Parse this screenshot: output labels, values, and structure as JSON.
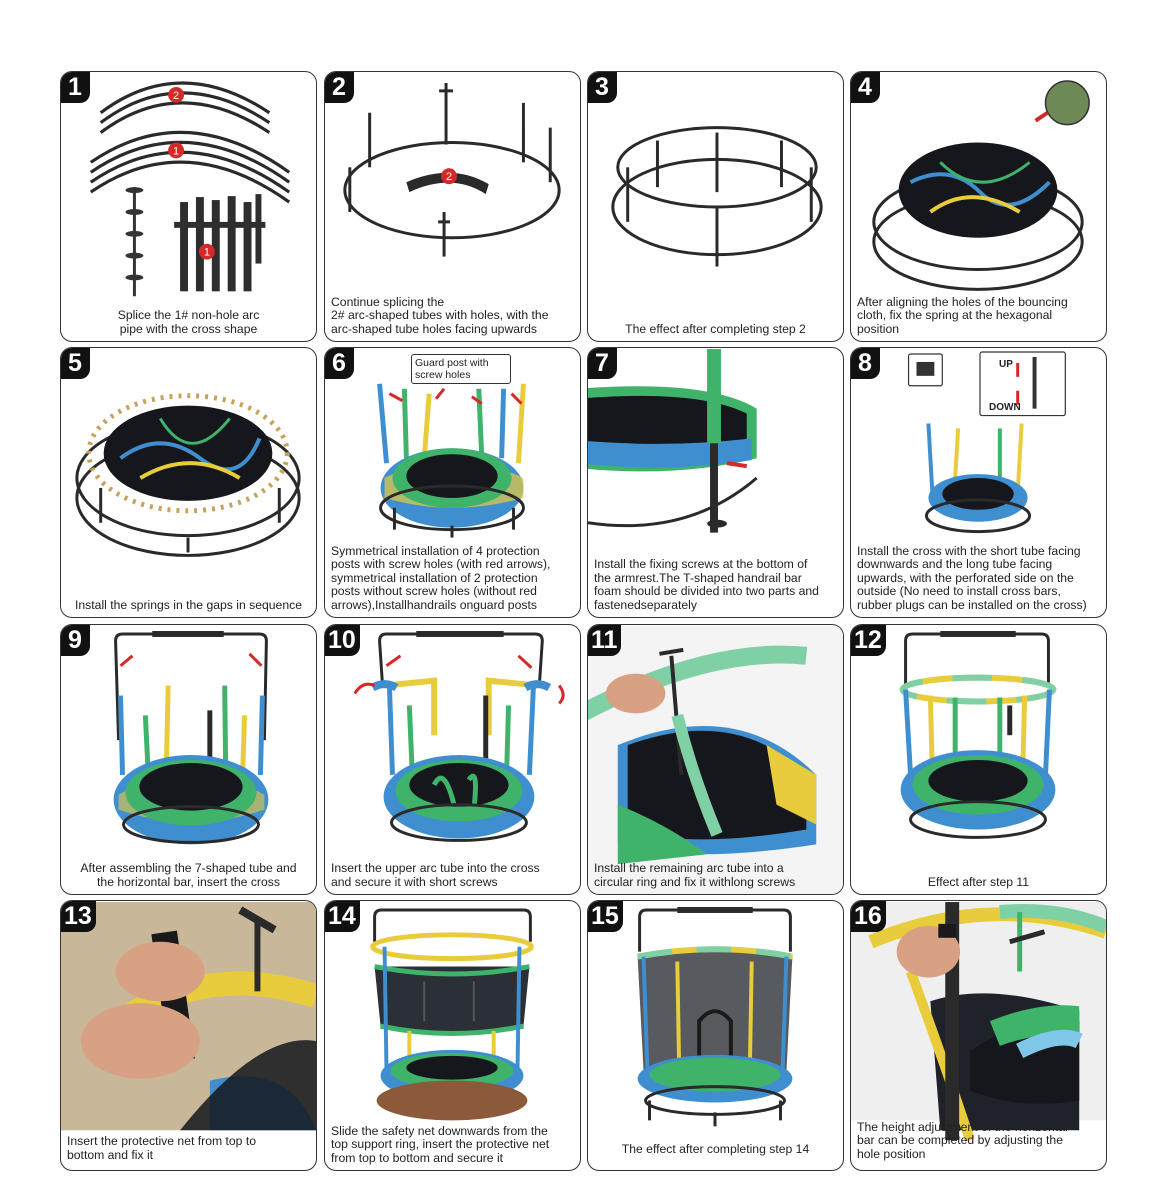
{
  "colors": {
    "blue": "#3f8fd0",
    "yellow": "#e9cc3c",
    "green": "#3fb36a",
    "mat": "#15171c",
    "frame": "#2a2a2a",
    "red": "#d62828",
    "skin": "#d9a183",
    "floor_photo": "#c9b79a"
  },
  "steps": [
    {
      "num": "1",
      "caption": "Splice the 1# non-hole arc\npipe with the cross shape",
      "labels": [
        "2",
        "1",
        "1"
      ]
    },
    {
      "num": "2",
      "caption": "Continue splicing the\n2# arc-shaped tubes with holes, with the\narc-shaped tube holes facing upwards",
      "labels": [
        "2"
      ]
    },
    {
      "num": "3",
      "caption": "The effect after completing step 2"
    },
    {
      "num": "4",
      "caption": "After aligning the holes of the bouncing\ncloth, fix the spring at the hexagonal\nposition"
    },
    {
      "num": "5",
      "caption": "Install the springs in the gaps in sequence"
    },
    {
      "num": "6",
      "caption": "Symmetrical installation of 4 protection\nposts with screw holes (with red arrows),\nsymmetrical installation of 2 protection\nposts  without screw holes (without red\narrows),Installhandrails onguard posts",
      "callout": "Guard post with\nscrew holes"
    },
    {
      "num": "7",
      "caption": "Install the fixing screws at the bottom of\nthe armrest.The T-shaped handrail bar\nfoam should be divided into two parts and\nfastenedseparately"
    },
    {
      "num": "8",
      "caption": "Install the cross with the short tube facing\ndownwards and the long tube facing\nupwards, with the perforated side on the\noutside (No need to install cross bars,\nrubber plugs can be installed on the cross)",
      "up": "UP",
      "down": "DOWN"
    },
    {
      "num": "9",
      "caption": "After assembling the 7-shaped tube and\nthe horizontal bar, insert the cross"
    },
    {
      "num": "10",
      "caption": "Insert the upper arc tube into the cross\nand secure it with short screws"
    },
    {
      "num": "11",
      "caption": "Install the remaining arc tube into a\ncircular ring and fix it withlong screws"
    },
    {
      "num": "12",
      "caption": "Effect after step 11"
    },
    {
      "num": "13",
      "caption": "Insert the protective net from top to\nbottom and fix it"
    },
    {
      "num": "14",
      "caption": "Slide the safety net downwards from the\ntop support ring, insert the protective net\nfrom top to bottom and secure it"
    },
    {
      "num": "15",
      "caption": "The effect after completing step 14"
    },
    {
      "num": "16",
      "caption": "The height adjustment of the horizontal\nbar can be completed by adjusting the\nhole position"
    }
  ]
}
